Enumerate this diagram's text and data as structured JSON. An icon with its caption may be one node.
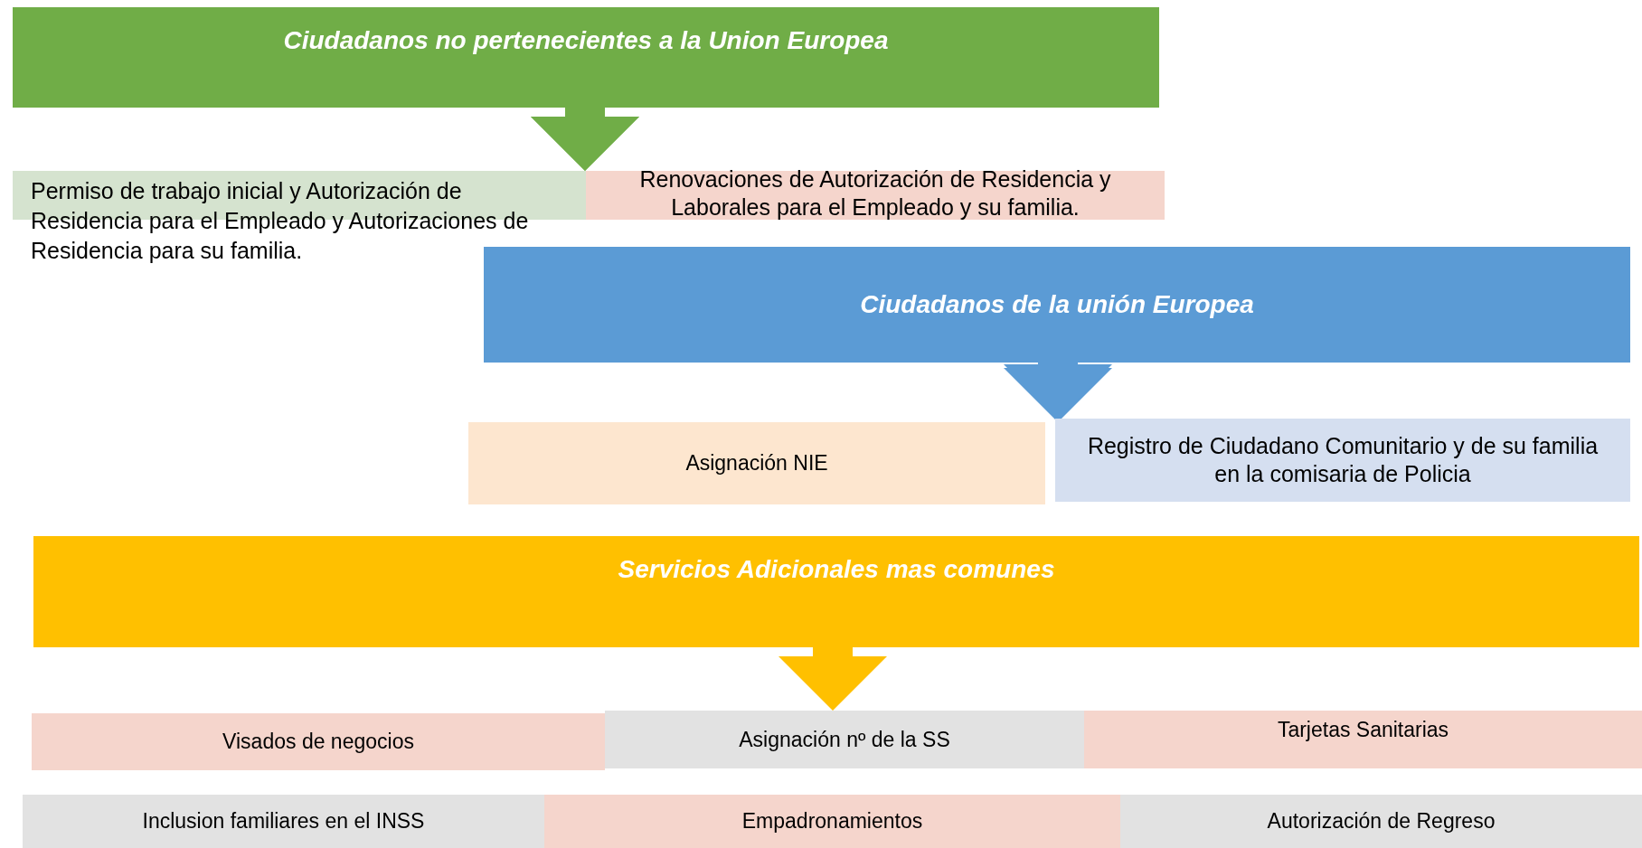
{
  "diagram": {
    "nodes": [
      {
        "text": [
          "Ciudadanos no pertenecientes a la Union Europea"
        ]
      },
      {
        "text": [
          "Permiso de trabajo inicial y Autorización de Residencia para el Empleado y Autorizaciones de Residencia para su familia."
        ]
      },
      {
        "text": [
          "Renovaciones de Autorización de Residencia y Laborales para el Empleado y su familia."
        ]
      },
      {
        "text": [
          "Ciudadanos de la unión Europea"
        ]
      },
      {
        "text": [
          "Asignación NIE"
        ]
      },
      {
        "text": [
          "Registro de Ciudadano Comunitario y de su familia en la comisaria de Policia"
        ]
      },
      {
        "text": [
          "Servicios Adicionales mas comunes"
        ]
      },
      {
        "text": [
          "Visados de negocios"
        ]
      },
      {
        "text": [
          "Asignación nº de la SS"
        ]
      },
      {
        "text": [
          "Tarjetas Sanitarias"
        ]
      },
      {
        "text": [
          "Inclusion familiares en el INSS"
        ]
      },
      {
        "text": [
          "Empadronamientos"
        ]
      },
      {
        "text": [
          "Autorización de Regreso"
        ]
      }
    ],
    "edges": [
      {
        "from": 0,
        "to": 1,
        "arrow": "to",
        "color": "#70ad47"
      },
      {
        "from": 0,
        "to": 2,
        "arrow": "to",
        "color": "#70ad47"
      },
      {
        "from": 3,
        "to": 4,
        "arrow": "to",
        "color": "#5b9bd5"
      },
      {
        "from": 3,
        "to": 5,
        "arrow": "to",
        "color": "#5b9bd5"
      },
      {
        "from": 6,
        "to": 8,
        "arrow": "to",
        "color": "#ffc000"
      }
    ]
  }
}
